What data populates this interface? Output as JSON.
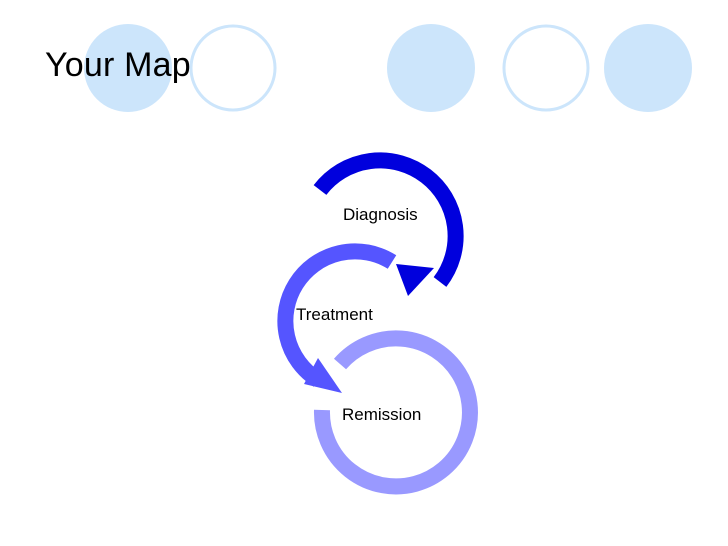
{
  "slide": {
    "title": "Your Map"
  },
  "diagram": {
    "type": "circular-arrow-process",
    "steps": [
      {
        "label": "Diagnosis",
        "color": "#0000dd"
      },
      {
        "label": "Treatment",
        "color": "#5555ff"
      },
      {
        "label": "Remission",
        "color": "#9999ff"
      }
    ]
  },
  "theme": {
    "decor_circle_fill": "#cce5fb",
    "decor_circle_stroke": "#cce5fb"
  }
}
